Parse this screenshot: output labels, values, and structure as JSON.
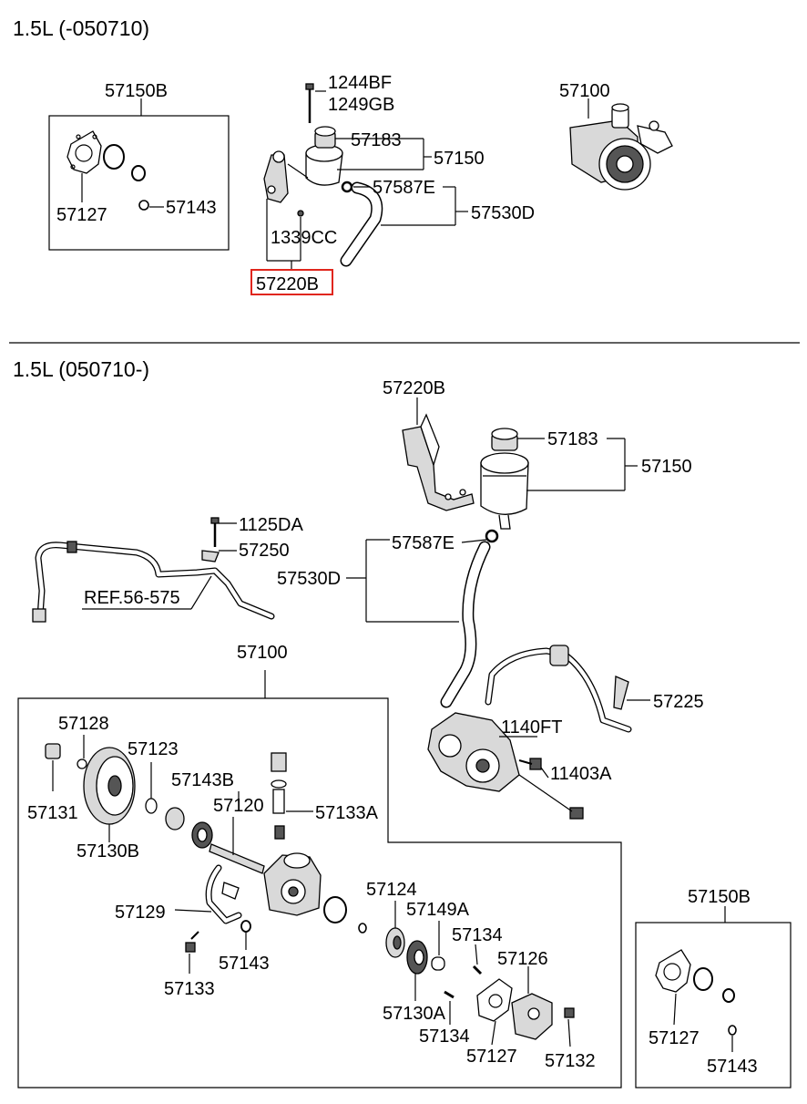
{
  "sections": [
    {
      "title": "1.5L (-050710)"
    },
    {
      "title": "1.5L (050710-)"
    }
  ],
  "highlighted_part": "57220B",
  "labels": {
    "s1": {
      "kit": "57150B",
      "kit_gasket": "57127",
      "kit_seal": "57143",
      "bolt_a": "1244BF",
      "bolt_b": "1249GB",
      "cap": "57183",
      "reservoir": "57150",
      "clamp": "57587E",
      "hose": "57530D",
      "screw": "1339CC",
      "bracket": "57220B",
      "pump": "57100"
    },
    "s2": {
      "bracket": "57220B",
      "cap": "57183",
      "reservoir": "57150",
      "bolt": "1125DA",
      "clip": "57250",
      "clamp": "57587E",
      "hose": "57530D",
      "ref": "REF.56-575",
      "pump": "57100",
      "line": "57225",
      "bolt_ft": "1140FT",
      "bolt_a": "11403A",
      "nut": "57128",
      "washer": "57123",
      "connector": "57143B",
      "shaft": "57120",
      "valve": "57133A",
      "nut_b": "57131",
      "pulley": "57130B",
      "ring": "57124",
      "bearing": "57149A",
      "pin_a": "57134",
      "rotor": "57130A",
      "pin_b": "57134",
      "cover": "57126",
      "gasket": "57127",
      "bolt_b": "57132",
      "pipe": "57129",
      "seal": "57143",
      "bolt_c": "57133",
      "kit": "57150B",
      "kit_gasket": "57127",
      "kit_seal": "57143"
    }
  }
}
